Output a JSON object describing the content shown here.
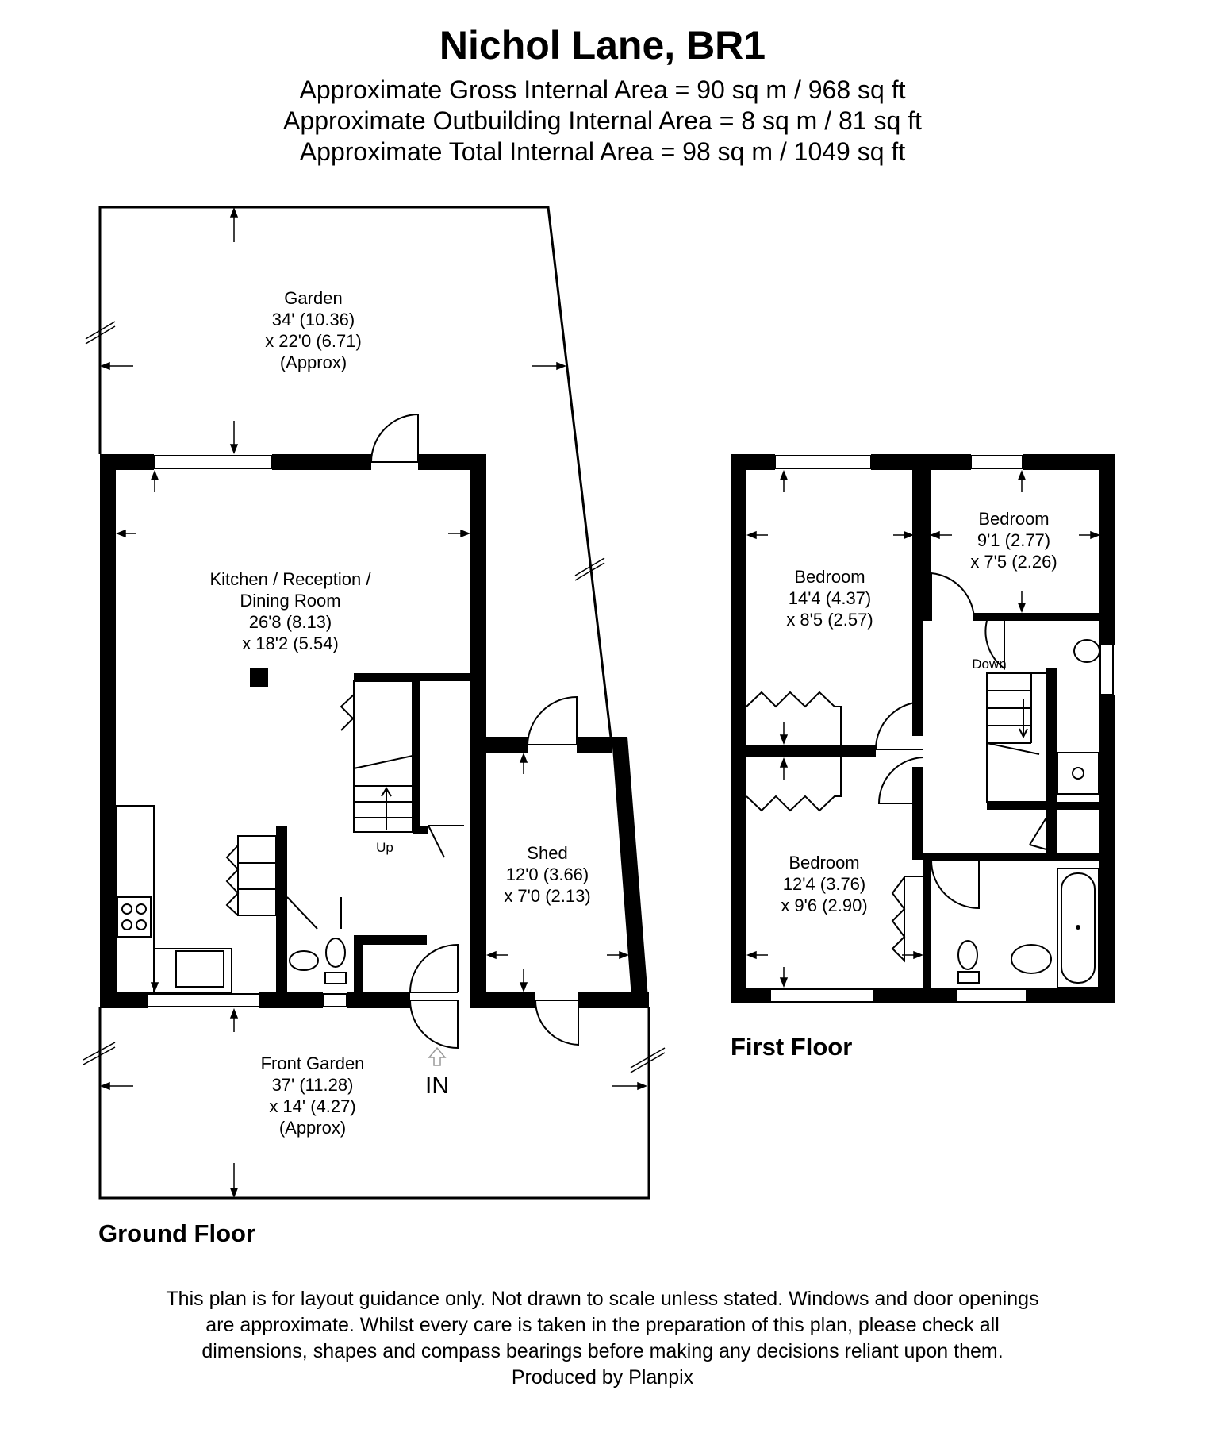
{
  "header": {
    "title": "Nichol Lane, BR1",
    "gross_area": "Approximate Gross Internal Area = 90 sq m / 968 sq ft",
    "outbuilding_area": "Approximate Outbuilding Internal Area = 8 sq m / 81 sq ft",
    "total_area": "Approximate Total Internal Area = 98 sq m / 1049 sq ft"
  },
  "ground_floor": {
    "label": "Ground Floor",
    "garden": {
      "name": "Garden",
      "dim1": "34' (10.36)",
      "dim2": "x 22'0 (6.71)",
      "note": "(Approx)"
    },
    "kitchen": {
      "name1": "Kitchen / Reception /",
      "name2": "Dining Room",
      "dim1": "26'8 (8.13)",
      "dim2": "x 18'2 (5.54)"
    },
    "shed": {
      "name": "Shed",
      "dim1": "12'0 (3.66)",
      "dim2": "x 7'0 (2.13)"
    },
    "front_garden": {
      "name": "Front Garden",
      "dim1": "37' (11.28)",
      "dim2": "x 14' (4.27)",
      "note": "(Approx)"
    },
    "stairs_label": "Up",
    "entrance_label": "IN"
  },
  "first_floor": {
    "label": "First Floor",
    "bedroom1": {
      "name": "Bedroom",
      "dim1": "14'4 (4.37)",
      "dim2": "x 8'5 (2.57)"
    },
    "bedroom2": {
      "name": "Bedroom",
      "dim1": "9'1 (2.77)",
      "dim2": "x 7'5 (2.26)"
    },
    "bedroom3": {
      "name": "Bedroom",
      "dim1": "12'4 (3.76)",
      "dim2": "x 9'6 (2.90)"
    },
    "stairs_label": "Down"
  },
  "footer": {
    "line1": "This plan is for layout guidance only. Not drawn to scale unless stated. Windows and door openings",
    "line2": "are approximate. Whilst every care is taken in the preparation of this plan, please check all",
    "line3": "dimensions, shapes and compass bearings before making any decisions reliant upon them.",
    "line4": "Produced by Planpix"
  }
}
